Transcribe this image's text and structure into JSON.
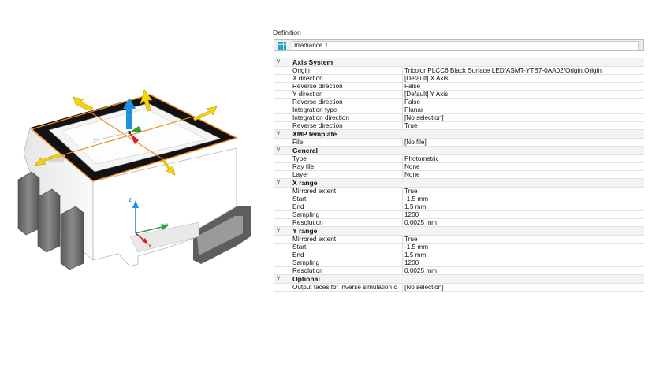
{
  "viewport": {
    "axes": {
      "z": "z",
      "y": "y",
      "x": "x"
    }
  },
  "panel": {
    "title": "Definition",
    "name_value": "Irradiance.1",
    "categories": [
      {
        "label": "Axis System",
        "chevron": "v",
        "rows": [
          {
            "key": "Origin",
            "value": "Tricolor PLCC6 Black Surface LED/ASMT-YTB7-0AA02/Origin.Origin"
          },
          {
            "key": "X direction",
            "value": "[Default] X Axis"
          },
          {
            "key": "Reverse direction",
            "value": "False"
          },
          {
            "key": "Y direction",
            "value": "[Default] Y Axis"
          },
          {
            "key": "Reverse direction",
            "value": "False"
          },
          {
            "key": "Integration type",
            "value": "Planar"
          },
          {
            "key": "Integration direction",
            "value": "[No selection]"
          },
          {
            "key": "Reverse direction",
            "value": "True"
          }
        ]
      },
      {
        "label": "XMP template",
        "chevron": "v",
        "rows": [
          {
            "key": "File",
            "value": "[No file]"
          }
        ]
      },
      {
        "label": "General",
        "chevron": "v",
        "rows": [
          {
            "key": "Type",
            "value": "Photometric"
          },
          {
            "key": "Ray file",
            "value": "None"
          },
          {
            "key": "Layer",
            "value": "None"
          }
        ]
      },
      {
        "label": "X range",
        "chevron": "v",
        "rows": [
          {
            "key": "Mirrored extent",
            "value": "True"
          },
          {
            "key": "Start",
            "value": "-1.5 mm"
          },
          {
            "key": "End",
            "value": "1.5 mm"
          },
          {
            "key": "Sampling",
            "value": "1200"
          },
          {
            "key": "Resolution",
            "value": "0.0025 mm"
          }
        ]
      },
      {
        "label": "Y range",
        "chevron": "v",
        "rows": [
          {
            "key": "Mirrored extent",
            "value": "True"
          },
          {
            "key": "Start",
            "value": "-1.5 mm"
          },
          {
            "key": "End",
            "value": "1.5 mm"
          },
          {
            "key": "Sampling",
            "value": "1200"
          },
          {
            "key": "Resolution",
            "value": "0.0025 mm"
          }
        ]
      },
      {
        "label": "Optional",
        "chevron": "v",
        "rows": [
          {
            "key": "Output faces for inverse simulation c",
            "value": "[No selection]"
          }
        ]
      }
    ]
  },
  "colors": {
    "sensor_outline": "#f08a1a",
    "arrow_yellow": "#f5d40a",
    "axis_blue": "#1f8fe0",
    "axis_green": "#2aa33a",
    "axis_red": "#d8202a",
    "frame_black": "#111111",
    "body_white": "#f7f7f7",
    "pins_gray": "#6a6a6a",
    "grid_icon": "#1aa5c8"
  }
}
